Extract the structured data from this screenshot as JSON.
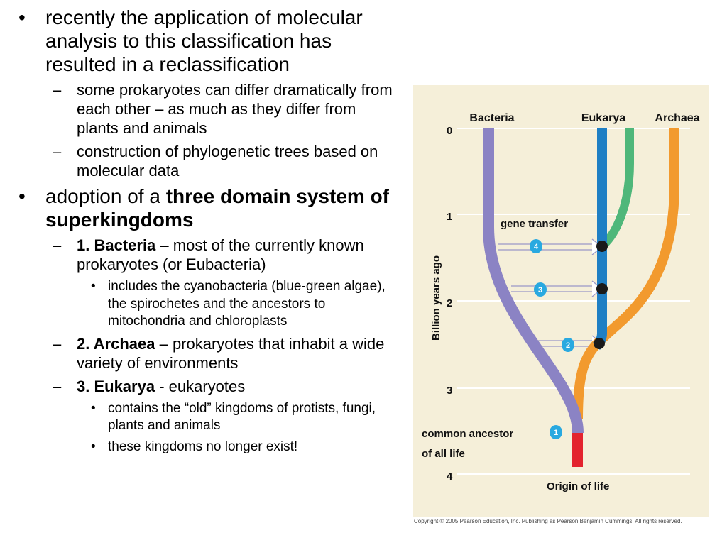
{
  "bullets": [
    {
      "text": "recently the application of molecular analysis to this classification has resulted in a reclassification"
    },
    {
      "text": "some prokaryotes can differ dramatically from each other – as much as they differ from plants and animals"
    },
    {
      "text": "construction of phylogenetic trees based on molecular data"
    },
    {
      "prefix": "adoption of a ",
      "bold": "three domain system of superkingdoms"
    },
    {
      "bold": "1. Bacteria",
      "rest": " – most of the currently known prokaryotes (or Eubacteria)"
    },
    {
      "text": "includes the cyanobacteria (blue-green algae), the spirochetes and the ancestors to mitochondria and chloroplasts"
    },
    {
      "bold": "2. Archaea",
      "rest": " – prokaryotes that inhabit a wide variety of environments"
    },
    {
      "bold": "3. Eukarya",
      "rest": " - eukaryotes"
    },
    {
      "text": "contains the “old” kingdoms of protists, fungi, plants and animals"
    },
    {
      "text": "these kingdoms no longer exist!"
    }
  ],
  "markers": {
    "level1": "•",
    "level2": "–",
    "level3": "•"
  },
  "figure": {
    "domains": {
      "bacteria": "Bacteria",
      "eukarya": "Eukarya",
      "archaea": "Archaea"
    },
    "axis_label": "Billion years ago",
    "ticks": [
      "0",
      "1",
      "2",
      "3",
      "4"
    ],
    "gene_transfer": "gene transfer",
    "common_ancestor_line1": "common ancestor",
    "common_ancestor_line2": "of all life",
    "origin": "Origin of life",
    "badges": [
      "1",
      "2",
      "3",
      "4"
    ],
    "colors": {
      "background": "#f5efd9",
      "bacteria": "#8b83c4",
      "eukarya": "#1f7fc4",
      "eukarya_branch": "#4fb77a",
      "archaea": "#f29a2e",
      "origin": "#e3232e",
      "node": "#1a1a1a",
      "badge": "#29a9e0"
    }
  },
  "copyright": "Copyright © 2005 Pearson Education, Inc. Publishing as Pearson Benjamin Cummings. All rights reserved."
}
